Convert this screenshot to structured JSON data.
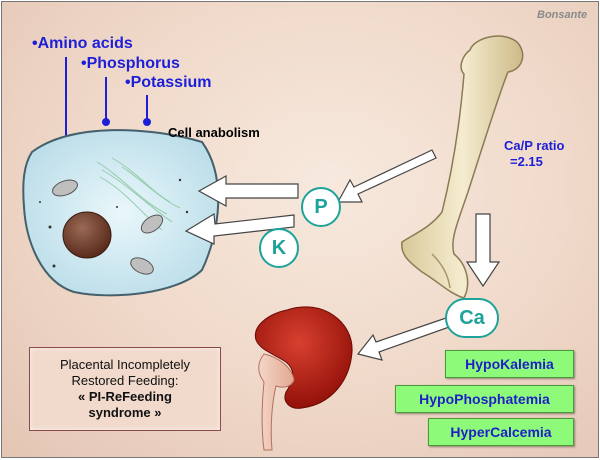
{
  "credit": "Bonsante",
  "nutrients": [
    "•Amino acids",
    "•Phosphorus",
    "•Potassium"
  ],
  "cell_label": "Cell anabolism",
  "ratio": {
    "line1": "Ca/P ratio",
    "line2": "=2.15"
  },
  "ions": {
    "p": "P",
    "k": "K",
    "ca": "Ca"
  },
  "syndrome": {
    "line1": "Placental Incompletely",
    "line2": "Restored Feeding:",
    "line3": "« PI-ReFeeding",
    "line4": "syndrome »"
  },
  "outcomes": [
    "HypoKalemia",
    "HypoPhosphatemia",
    "HyperCalcemia"
  ],
  "colors": {
    "nutrient_text": "#1d1fd8",
    "ion_teal": "#1ea39a",
    "outcome_fill": "#8dfb79",
    "kidney": "#b3190f",
    "bone": "#e8dcb4"
  }
}
